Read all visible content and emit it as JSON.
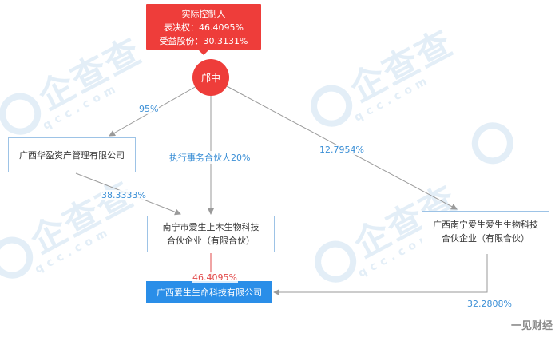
{
  "controller": {
    "title": "实际控制人",
    "voting": "表决权：46.4095%",
    "beneficial": "受益股份：30.3131%"
  },
  "person": {
    "name": "邝中"
  },
  "entities": {
    "huaying": "广西华盈资产管理有限公司",
    "shangmu": "南宁市爱生上木生物科技合伙企业（有限合伙）",
    "nanning_aisheng": "广西南宁爱生爱生生物科技合伙企业（有限合伙）",
    "target": "广西爱生生命科技有限公司"
  },
  "edges": {
    "person_to_huaying": "95%",
    "person_to_shangmu": "执行事务合伙人20%",
    "person_to_nanning": "12.7954%",
    "huaying_to_shangmu": "38.3333%",
    "shangmu_to_target": "46.4095%",
    "nanning_to_target": "32.2808%"
  },
  "watermark": {
    "main": "企查查",
    "sub": "qcc.com"
  },
  "brand": "一见财经",
  "colors": {
    "red": "#ee3d3a",
    "blue": "#2a8ee8",
    "border": "#9dc3e6",
    "line": "#9a9a9a"
  }
}
